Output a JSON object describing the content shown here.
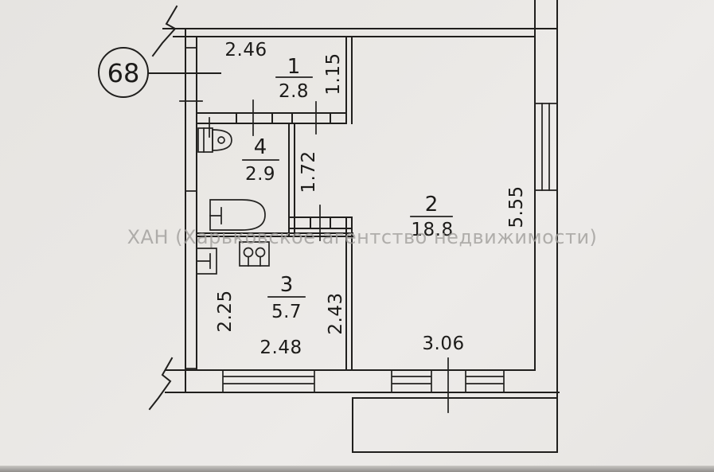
{
  "plan": {
    "apartment_number": "68",
    "watermark": "ХАН (Харьковское агентство недвижимости)",
    "rooms": [
      {
        "number": "1",
        "area": "2.8"
      },
      {
        "number": "2",
        "area": "18.8"
      },
      {
        "number": "3",
        "area": "5.7"
      },
      {
        "number": "4",
        "area": "2.9"
      }
    ],
    "dimensions": {
      "room1_width": "2.46",
      "room1_depth": "1.15",
      "hall_length": "1.72",
      "room2_depth": "5.55",
      "kitchen_left": "2.25",
      "kitchen_right": "2.43",
      "kitchen_width": "2.48",
      "balcony_window": "3.06"
    },
    "colors": {
      "ink": "#201f1d",
      "paper": "#e9e7e4",
      "watermark": "#a09e9b"
    }
  }
}
